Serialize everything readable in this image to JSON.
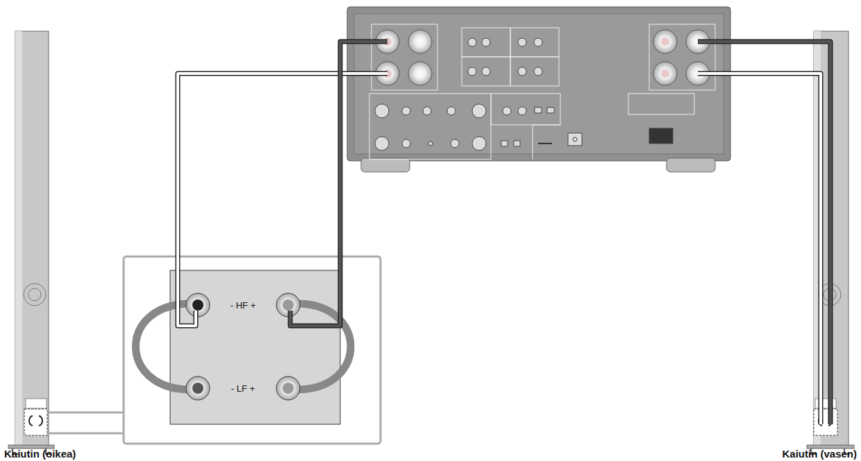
{
  "diagram": {
    "labels": [
      "- HF +",
      "- LF +",
      "Kaiutin (oikea)",
      "Kaiutin (vasen)"
    ]
  }
}
